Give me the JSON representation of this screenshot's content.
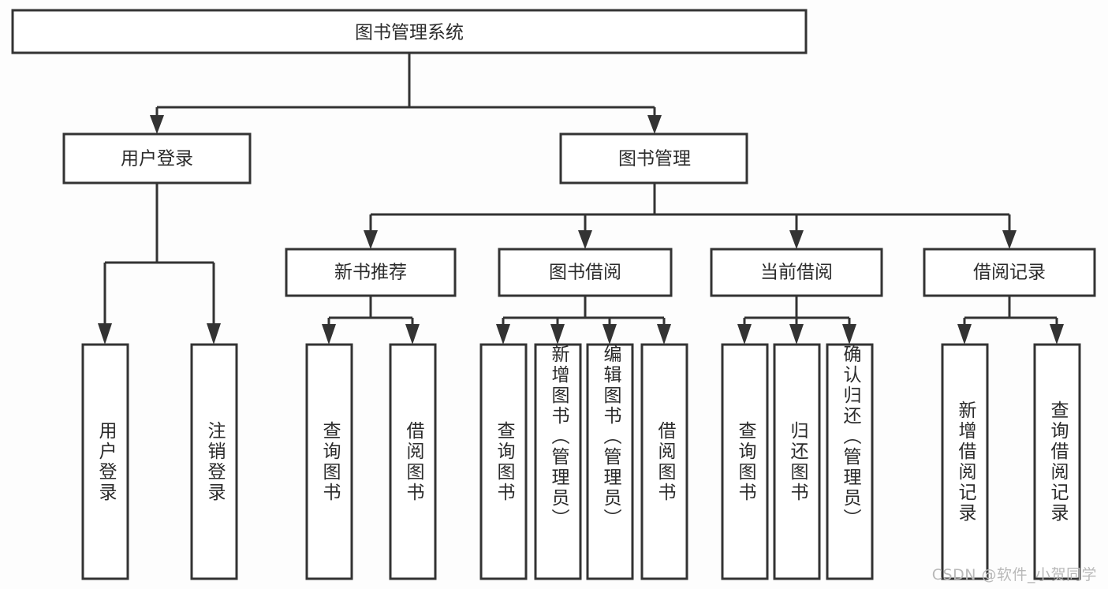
{
  "diagram": {
    "type": "hierarchy-tree",
    "title": "图书管理系统",
    "watermark": "CSDN @软件_小贺同学",
    "colors": {
      "background": "#fdfdfd",
      "node_fill": "#ffffff",
      "node_stroke": "#333333",
      "text": "#2b2b2b",
      "watermark": "#b9b9b9"
    },
    "nodes": {
      "root": {
        "label": "图书管理系统",
        "orientation": "horizontal"
      },
      "level2": [
        {
          "id": "user-login",
          "label": "用户登录",
          "orientation": "horizontal"
        },
        {
          "id": "book-management",
          "label": "图书管理",
          "orientation": "horizontal"
        }
      ],
      "level3": [
        {
          "id": "new-book-recommend",
          "label": "新书推荐",
          "orientation": "horizontal"
        },
        {
          "id": "book-borrow",
          "label": "图书借阅",
          "orientation": "horizontal"
        },
        {
          "id": "current-borrow",
          "label": "当前借阅",
          "orientation": "horizontal"
        },
        {
          "id": "borrow-record",
          "label": "借阅记录",
          "orientation": "horizontal"
        }
      ],
      "leaves": [
        {
          "id": "leaf-user-login",
          "label": "用户登录",
          "parent": "user-login",
          "orientation": "vertical"
        },
        {
          "id": "leaf-user-logout",
          "label": "注销登录",
          "parent": "user-login",
          "orientation": "vertical"
        },
        {
          "id": "leaf-query-book-1",
          "label": "查询图书",
          "parent": "new-book-recommend",
          "orientation": "vertical"
        },
        {
          "id": "leaf-borrow-book-1",
          "label": "借阅图书",
          "parent": "new-book-recommend",
          "orientation": "vertical"
        },
        {
          "id": "leaf-query-book-2",
          "label": "查询图书",
          "parent": "book-borrow",
          "orientation": "vertical"
        },
        {
          "id": "leaf-add-book",
          "label": "新增图书（管理员）",
          "parent": "book-borrow",
          "orientation": "vertical"
        },
        {
          "id": "leaf-edit-book",
          "label": "编辑图书（管理员）",
          "parent": "book-borrow",
          "orientation": "vertical"
        },
        {
          "id": "leaf-borrow-book-2",
          "label": "借阅图书",
          "parent": "book-borrow",
          "orientation": "vertical"
        },
        {
          "id": "leaf-query-book-3",
          "label": "查询图书",
          "parent": "current-borrow",
          "orientation": "vertical"
        },
        {
          "id": "leaf-return-book",
          "label": "归还图书",
          "parent": "current-borrow",
          "orientation": "vertical"
        },
        {
          "id": "leaf-confirm-return",
          "label": "确认归还（管理员）",
          "parent": "current-borrow",
          "orientation": "vertical"
        },
        {
          "id": "leaf-add-record",
          "label": "新增借阅记录",
          "parent": "borrow-record",
          "orientation": "vertical"
        },
        {
          "id": "leaf-query-record",
          "label": "查询借阅记录",
          "parent": "borrow-record",
          "orientation": "vertical"
        }
      ]
    }
  }
}
